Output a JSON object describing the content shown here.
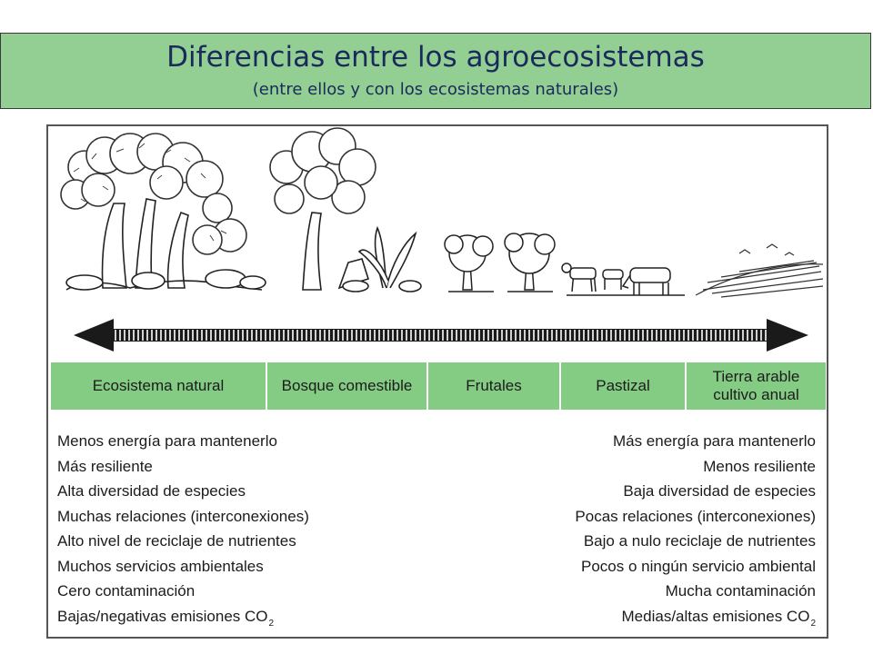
{
  "title": {
    "main": "Diferencias entre los agroecosistemas",
    "subtitle": "(entre ellos y con los ecosistemas naturales)"
  },
  "categories": [
    {
      "label": "Ecosistema natural"
    },
    {
      "label": "Bosque comestible"
    },
    {
      "label": "Frutales"
    },
    {
      "label": "Pastizal"
    },
    {
      "label": "Tierra arable\ncultivo anual"
    }
  ],
  "properties": [
    {
      "left": "Menos energía para mantenerlo",
      "right": "Más energía para mantenerlo"
    },
    {
      "left": "Más resiliente",
      "right": "Menos resiliente"
    },
    {
      "left": "Alta diversidad de especies",
      "right": "Baja diversidad de especies"
    },
    {
      "left": "Muchas relaciones (interconexiones)",
      "right": "Pocas relaciones (interconexiones)"
    },
    {
      "left": "Alto nivel de reciclaje de nutrientes",
      "right": "Bajo a nulo reciclaje de nutrientes"
    },
    {
      "left": "Muchos servicios ambientales",
      "right": "Pocos o ningún servicio ambiental"
    },
    {
      "left": "Cero contaminación",
      "right": "Mucha contaminación"
    },
    {
      "left": "Bajas/negativas emisiones CO",
      "left_sub": "2",
      "right": "Medias/altas emisiones CO",
      "right_sub": "2"
    }
  ],
  "colors": {
    "banner": "#93cf93",
    "category_bar": "#84cc84",
    "title_text": "#1a2a5a"
  },
  "icons": [
    "forest-illustration",
    "food-forest-illustration",
    "fruit-trees-illustration",
    "pasture-illustration",
    "plowed-field-illustration",
    "double-arrow"
  ]
}
